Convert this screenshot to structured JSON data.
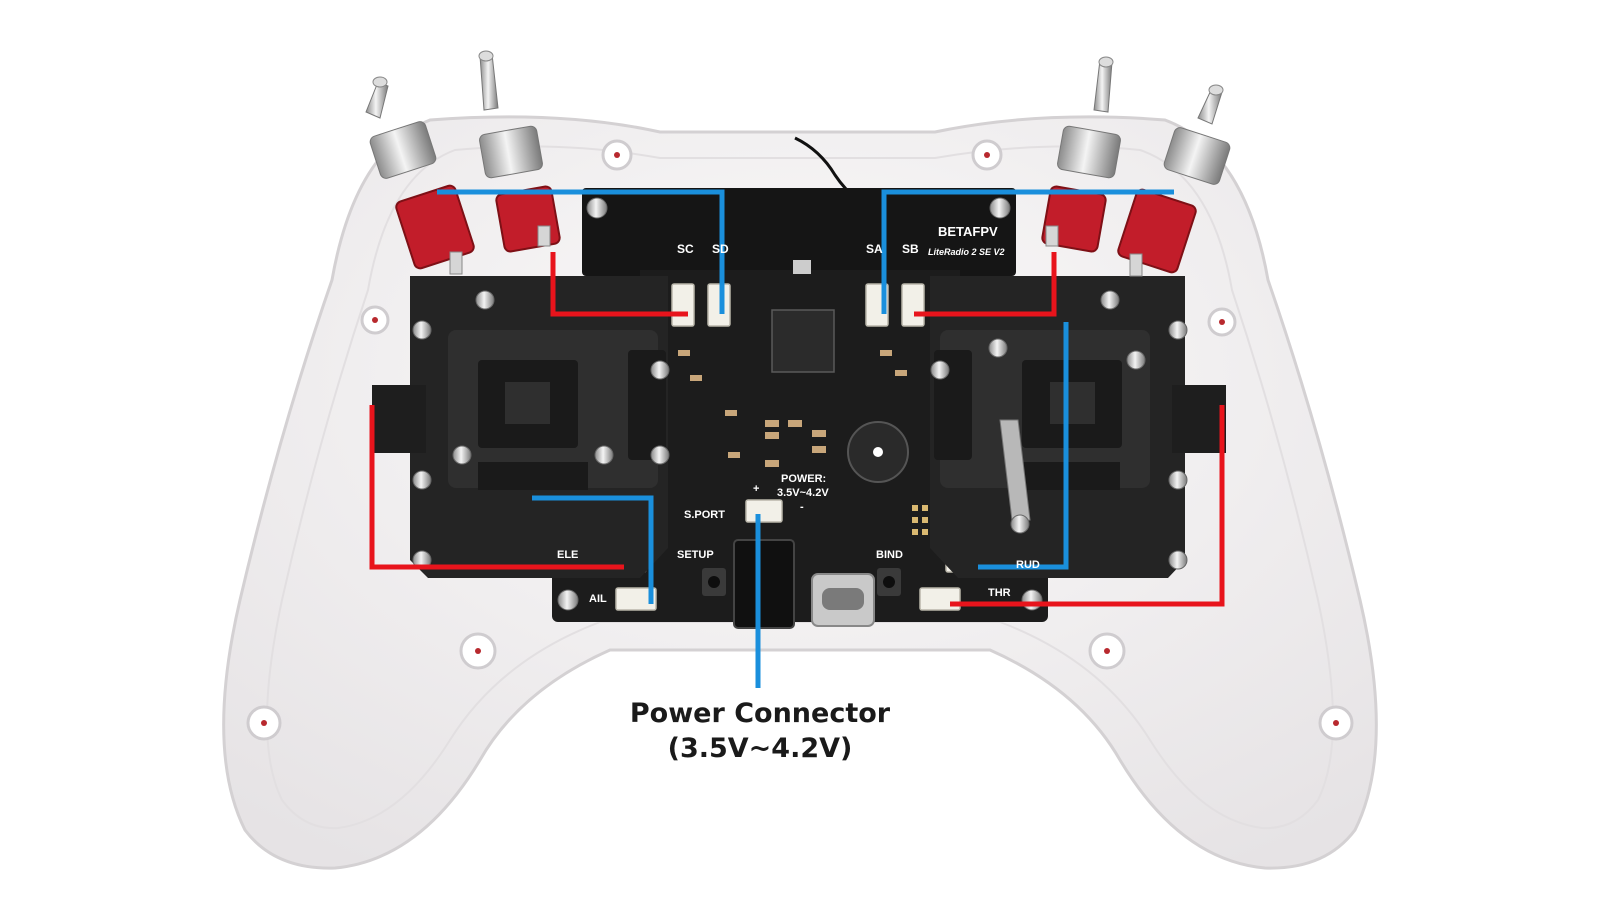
{
  "board": {
    "brand": "BETAFPV",
    "model": "LiteRadio 2 SE  V2",
    "power_label_line1": "POWER:",
    "power_label_line2": "3.5V~4.2V"
  },
  "port_labels": {
    "sc": "SC",
    "sd": "SD",
    "sa": "SA",
    "sb": "SB",
    "sport": "S.PORT",
    "ele": "ELE",
    "ail": "AIL",
    "setup": "SETUP",
    "bind": "BIND",
    "rud": "RUD",
    "thr": "THR",
    "plus": "+",
    "minus": "-"
  },
  "caption": {
    "title": "Power Connector",
    "voltage": "(3.5V~4.2V)"
  },
  "colors": {
    "shell": "#f3f1f2",
    "shell_edge": "#d9d6d8",
    "pcb": "#1b1b1b",
    "gimbal": "#262626",
    "switch_red": "#c21d2a",
    "wire_blue": "#1a8fdc",
    "wire_red": "#e8141c",
    "connector": "#f2f0e8"
  }
}
